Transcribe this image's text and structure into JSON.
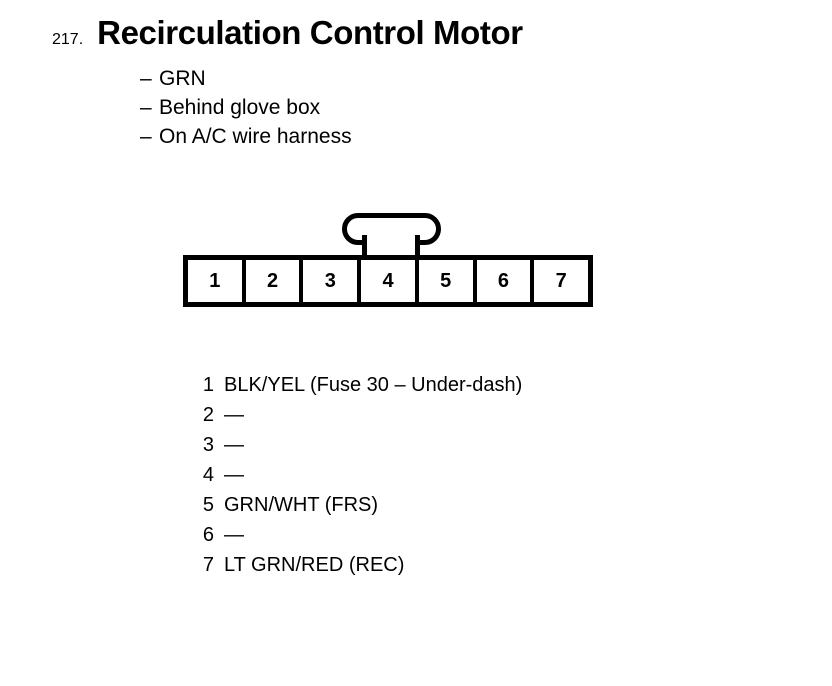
{
  "title": {
    "number": "217.",
    "text": "Recirculation Control Motor"
  },
  "notes": {
    "dash": "–",
    "items": [
      "GRN",
      "Behind glove box",
      "On A/C wire harness"
    ]
  },
  "connector": {
    "cavities": [
      "1",
      "2",
      "3",
      "4",
      "5",
      "6",
      "7"
    ]
  },
  "pins": [
    {
      "number": "1",
      "desc": "BLK/YEL (Fuse 30 – Under-dash)"
    },
    {
      "number": "2",
      "desc": "—"
    },
    {
      "number": "3",
      "desc": "—"
    },
    {
      "number": "4",
      "desc": "—"
    },
    {
      "number": "5",
      "desc": "GRN/WHT (FRS)"
    },
    {
      "number": "6",
      "desc": "—"
    },
    {
      "number": "7",
      "desc": "LT GRN/RED (REC)"
    }
  ],
  "colors": {
    "ink": "#000000",
    "paper": "#ffffff"
  }
}
